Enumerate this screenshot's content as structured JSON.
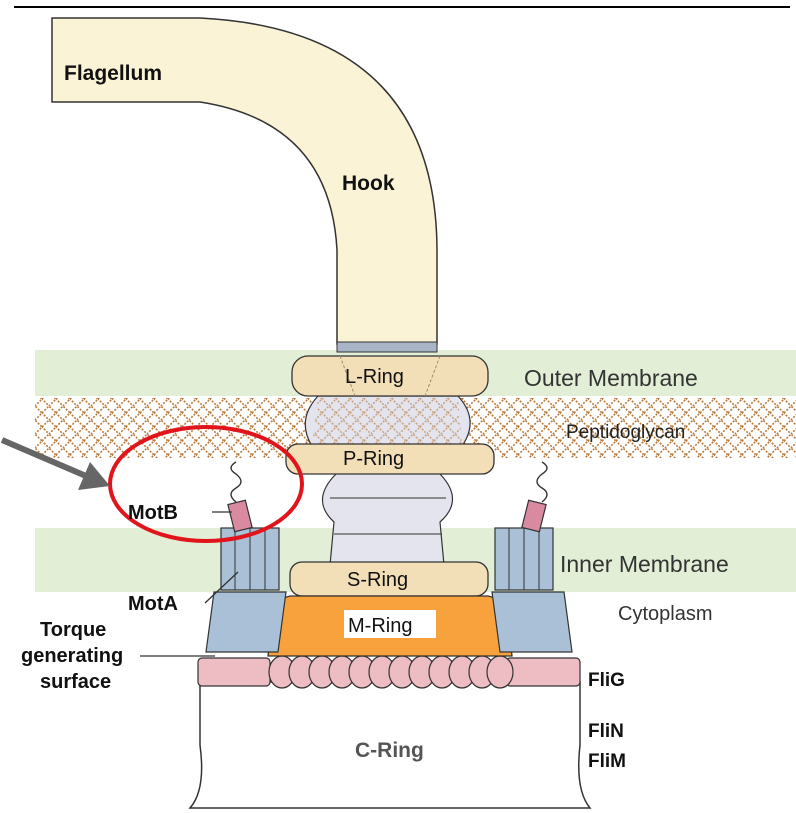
{
  "labels": {
    "flagellum": "Flagellum",
    "hook": "Hook",
    "l_ring": "L-Ring",
    "outer_membrane": "Outer Membrane",
    "peptidoglycan": "Peptidoglycan",
    "p_ring": "P-Ring",
    "motb": "MotB",
    "inner_membrane": "Inner Membrane",
    "s_ring": "S-Ring",
    "cytoplasm": "Cytoplasm",
    "mota": "MotA",
    "m_ring": "M-Ring",
    "torque_line1": "Torque",
    "torque_line2": "generating",
    "torque_line3": "surface",
    "flig": "FliG",
    "flin": "FliN",
    "flim": "FliM",
    "c_ring": "C-Ring"
  },
  "colors": {
    "hook_fill": "#fbf3d5",
    "membrane_band": "#e3eed6",
    "ring_tan": "#f2dfb8",
    "m_ring": "#f7a23c",
    "stator": "#a9c0d6",
    "motb": "#d98aa0",
    "flig": "#eebcc3",
    "rod": "#e3e4ee",
    "highlight_circle": "#e0141a",
    "arrow": "#666666",
    "peptidoglycan_mesh": "#b87a3d"
  }
}
